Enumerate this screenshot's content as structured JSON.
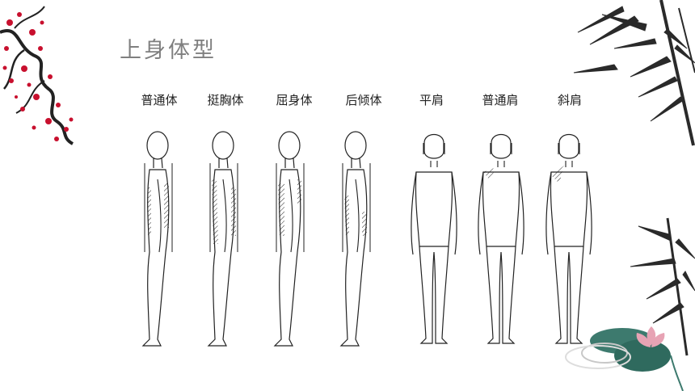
{
  "slide": {
    "title": "上身体型",
    "labels": [
      "普通体",
      "挺胸体",
      "屈身体",
      "后倾体",
      "平肩",
      "普通肩",
      "斜肩"
    ]
  },
  "decor": {
    "plum_blossom_color": "#c8102e",
    "ink_color": "#222222",
    "lotus_leaf_color": "#3d7a6e",
    "lotus_flower_color": "#e7a3b4"
  }
}
